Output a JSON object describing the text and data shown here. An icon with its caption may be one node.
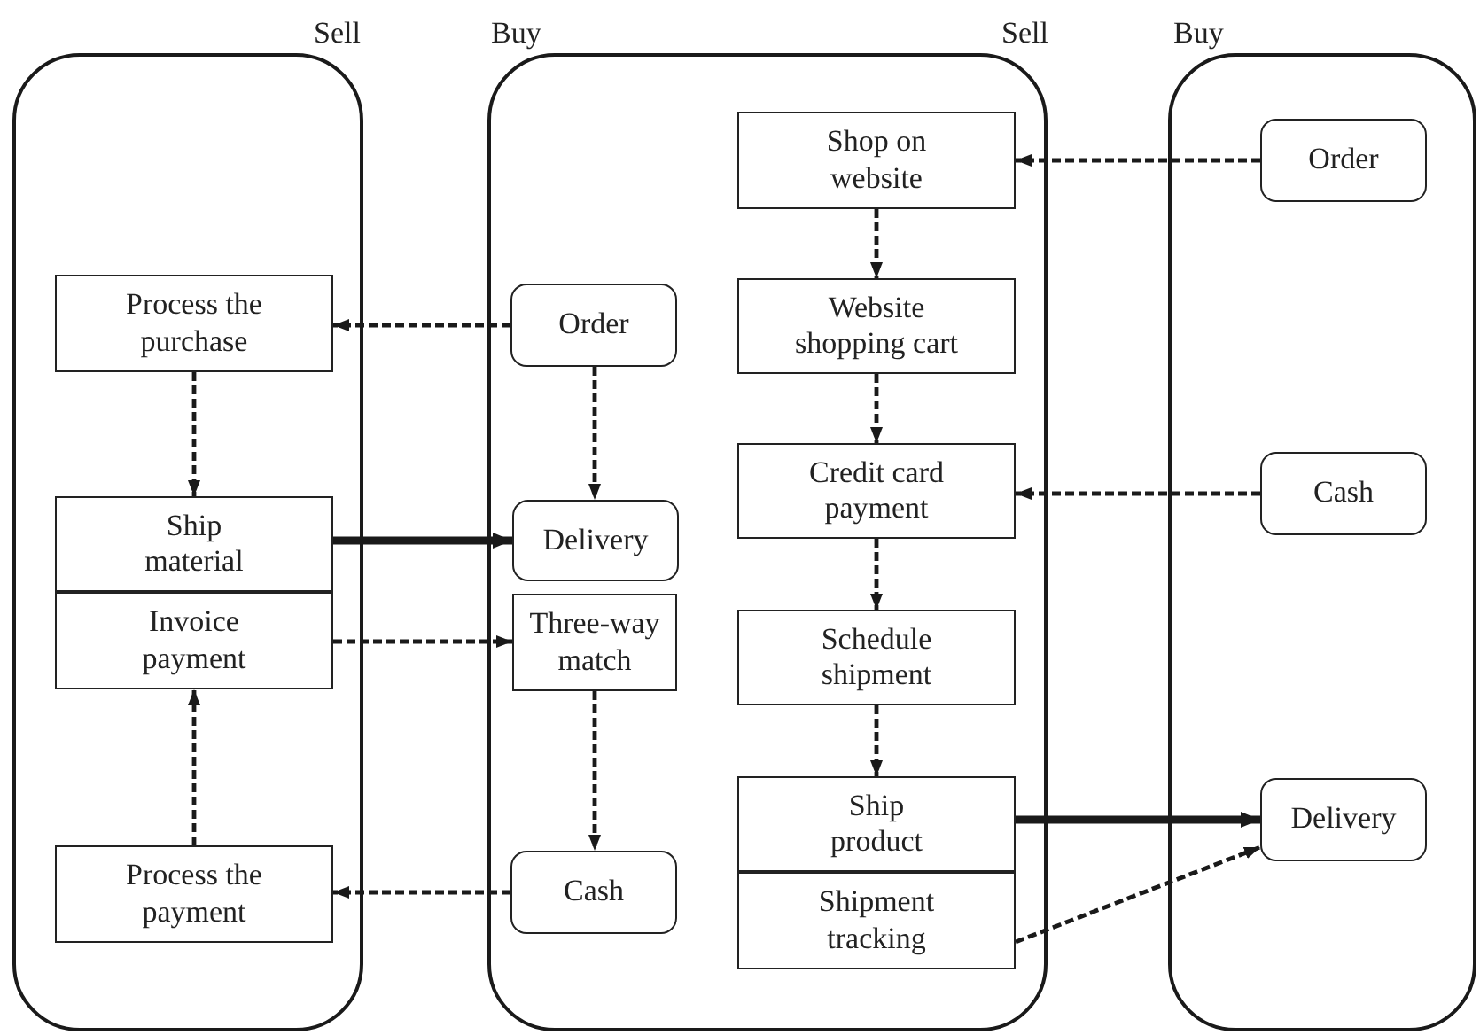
{
  "diagram": {
    "nodes": [
      {
        "text": [
          "Sell"
        ]
      },
      {
        "text": [
          "Process the purchase"
        ],
        "in": 0
      },
      {
        "text": [
          "Ship material"
        ],
        "in": 0
      },
      {
        "text": [
          "Invoice payment"
        ],
        "in": 0
      },
      {
        "text": [
          "Process the payment"
        ],
        "in": 0
      },
      {
        "text": [
          "Buy",
          "Sell"
        ]
      },
      {
        "text": [
          "Order"
        ],
        "in": 5
      },
      {
        "text": [
          "Delivery"
        ],
        "in": 5
      },
      {
        "text": [
          "Three-way match"
        ],
        "in": 5
      },
      {
        "text": [
          "Cash"
        ],
        "in": 5
      },
      {
        "text": [
          "Shop on website"
        ],
        "in": 5
      },
      {
        "text": [
          "Website shopping cart"
        ],
        "in": 5
      },
      {
        "text": [
          "Credit card payment"
        ],
        "in": 5
      },
      {
        "text": [
          "Schedule shipment"
        ],
        "in": 5
      },
      {
        "text": [
          "Ship product"
        ],
        "in": 5
      },
      {
        "text": [
          "Shipment tracking"
        ],
        "in": 5
      },
      {
        "text": [
          "Buy"
        ]
      },
      {
        "text": [
          "Order"
        ],
        "in": 16
      },
      {
        "text": [
          "Cash"
        ],
        "in": 16
      },
      {
        "text": [
          "Delivery"
        ],
        "in": 16
      }
    ],
    "edges": [
      {
        "from": 6,
        "to": 1,
        "arrow": "to",
        "style": "dashed"
      },
      {
        "from": 1,
        "to": 2,
        "arrow": "to",
        "style": "dashed"
      },
      {
        "from": 6,
        "to": 7,
        "arrow": "to",
        "style": "dashed"
      },
      {
        "from": 2,
        "to": 7,
        "arrow": "to",
        "style": "thick"
      },
      {
        "from": 3,
        "to": 8,
        "arrow": "to",
        "style": "dashed"
      },
      {
        "from": 8,
        "to": 9,
        "arrow": "to",
        "style": "dashed"
      },
      {
        "from": 9,
        "to": 4,
        "arrow": "to",
        "style": "dashed"
      },
      {
        "from": 4,
        "to": 3,
        "arrow": "to",
        "style": "dashed"
      },
      {
        "from": 17,
        "to": 10,
        "arrow": "to",
        "style": "dashed"
      },
      {
        "from": 10,
        "to": 11,
        "arrow": "to",
        "style": "dashed"
      },
      {
        "from": 11,
        "to": 12,
        "arrow": "to",
        "style": "dashed"
      },
      {
        "from": 12,
        "to": 13,
        "arrow": "to",
        "style": "dashed"
      },
      {
        "from": 13,
        "to": 14,
        "arrow": "to",
        "style": "dashed"
      },
      {
        "from": 18,
        "to": 12,
        "arrow": "to",
        "style": "dashed"
      },
      {
        "from": 14,
        "to": 19,
        "arrow": "to",
        "style": "thick"
      },
      {
        "from": 15,
        "to": 19,
        "arrow": "to",
        "style": "dashed"
      }
    ]
  }
}
